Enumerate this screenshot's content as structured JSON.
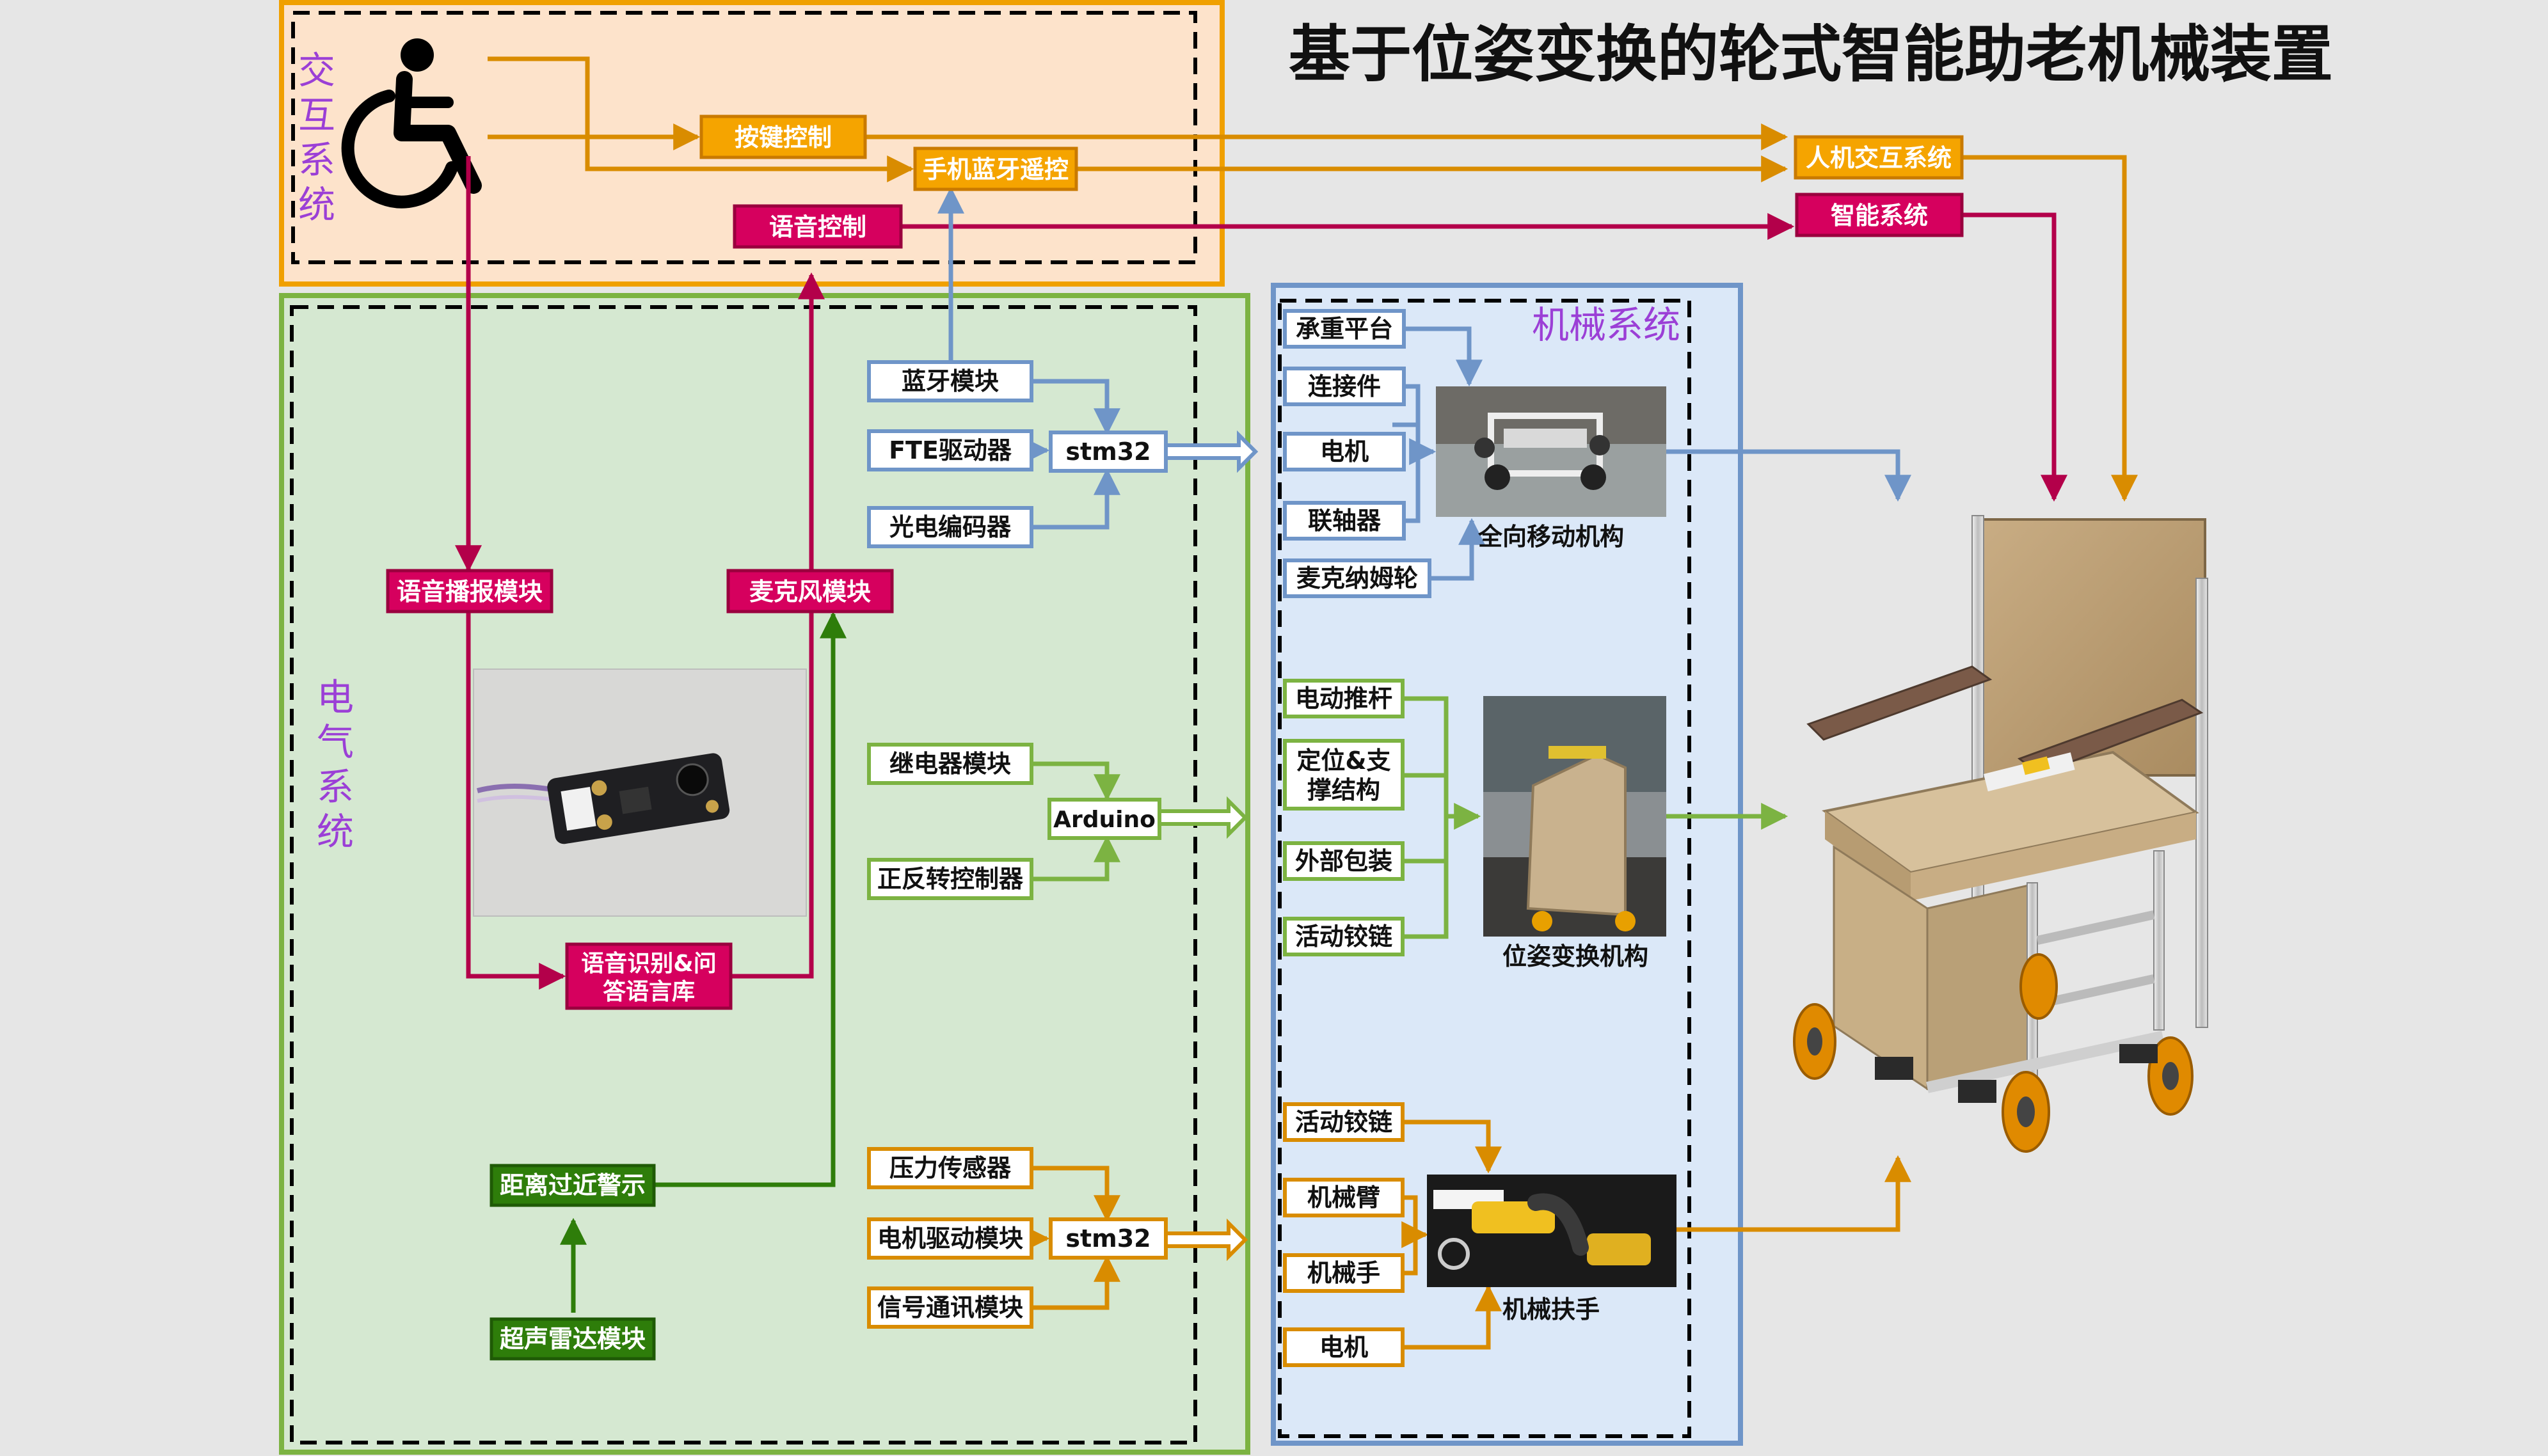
{
  "title": "基于位姿变换的轮式智能助老机械装置",
  "colors": {
    "orange": "#d98c00",
    "orange_fill": "#f5a400",
    "blue": "#6f95c8",
    "green": "#7cb342",
    "dark_green": "#2e7d0a",
    "magenta": "#b3004a",
    "magenta_fill": "#d6005e",
    "purple": "#9b3fd6",
    "interaction_bg": "#fde3cb",
    "electric_bg": "#d5e8d1",
    "mech_bg": "#dbe8f8"
  },
  "systems": {
    "interaction": "交互系统",
    "electric": "电气系统",
    "mechanical": "机械系统"
  },
  "icons": {
    "user": "wheelchair-icon"
  },
  "interaction": {
    "key_control": "按键控制",
    "bt_remote": "手机蓝牙遥控",
    "voice_control": "语音控制",
    "hci_system": "人机交互系统",
    "smart_system": "智能系统"
  },
  "electric": {
    "voice_broadcast": "语音播报模块",
    "microphone": "麦克风模块",
    "voice_recognition": "语音识别&问答语言库",
    "voice_recognition_line1": "语音识别&问",
    "voice_recognition_line2": "答语言库",
    "distance_warning": "距离过近警示",
    "ultrasonic": "超声雷达模块",
    "bluetooth": "蓝牙模块",
    "fte_driver": "FTE驱动器",
    "encoder": "光电编码器",
    "stm32_top": "stm32",
    "relay": "继电器模块",
    "reverse_ctrl": "正反转控制器",
    "arduino": "Arduino",
    "pressure": "压力传感器",
    "motor_driver": "电机驱动模块",
    "comm": "信号通讯模块",
    "stm32_bottom": "stm32"
  },
  "mechanical": {
    "platform": "承重平台",
    "connector": "连接件",
    "motor1": "电机",
    "coupling": "联轴器",
    "mecanum": "麦克纳姆轮",
    "omni_label": "全向移动机构",
    "push_rod": "电动推杆",
    "positioning_line1": "定位&支",
    "positioning_line2": "撑结构",
    "outer_pack": "外部包装",
    "hinge1": "活动铰链",
    "pose_label": "位姿变换机构",
    "hinge2": "活动铰链",
    "arm": "机械臂",
    "hand": "机械手",
    "motor2": "电机",
    "armrest_label": "机械扶手"
  }
}
